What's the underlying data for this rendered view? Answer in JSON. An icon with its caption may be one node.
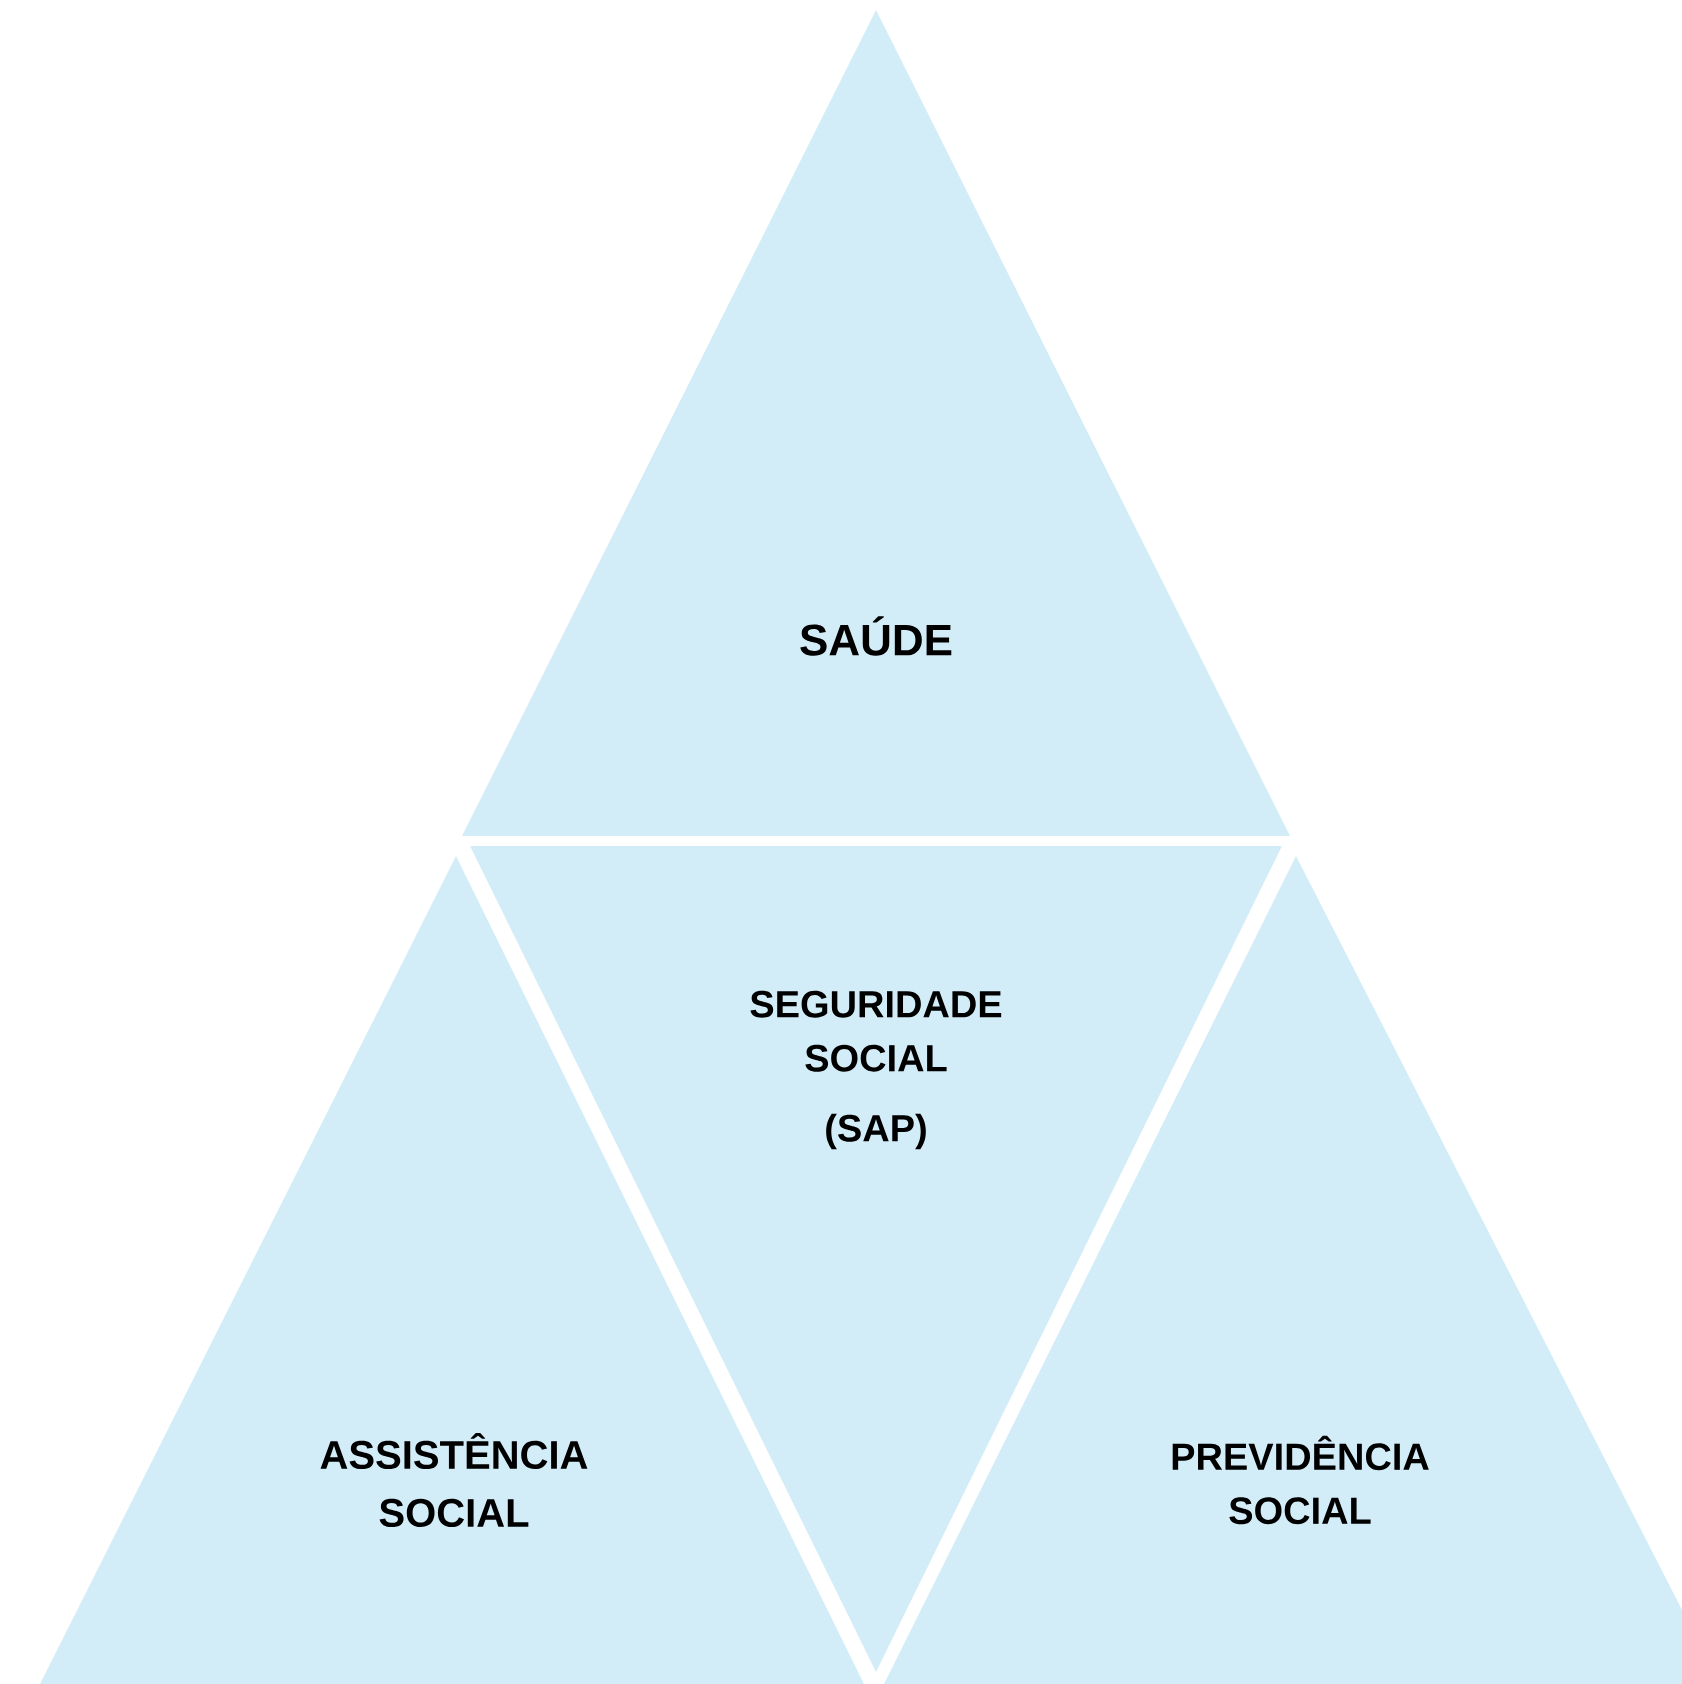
{
  "diagram": {
    "nodes": [
      {
        "text": [
          "SAÚDE"
        ]
      },
      {
        "text": [
          "SEGURIDADE SOCIAL",
          "(SAP)"
        ]
      },
      {
        "text": [
          "ASSISTÊNCIA SOCIAL"
        ]
      },
      {
        "text": [
          "PREVIDÊNCIA SOCIAL"
        ]
      }
    ]
  }
}
